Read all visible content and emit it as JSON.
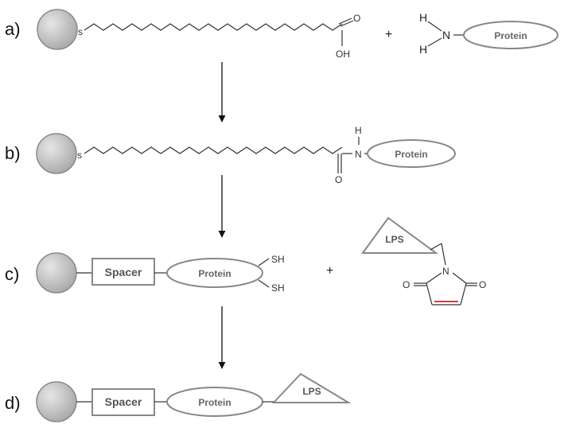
{
  "steps": {
    "a": "a)",
    "b": "b)",
    "c": "c)",
    "d": "d)"
  },
  "atoms": {
    "sulfur": "s",
    "oxygen": "O",
    "hydroxyl": "OH",
    "hydrogen": "H",
    "nitrogen": "N",
    "thiol": "SH"
  },
  "labels": {
    "protein": "Protein",
    "spacer": "Spacer",
    "lps": "LPS"
  },
  "operators": {
    "plus": "+"
  },
  "colors": {
    "bead_fill": "#c8c8c8",
    "bead_stroke": "#8a8a8a",
    "outline": "#888888",
    "line": "#333333",
    "maleimide_bond": "#c00000"
  }
}
